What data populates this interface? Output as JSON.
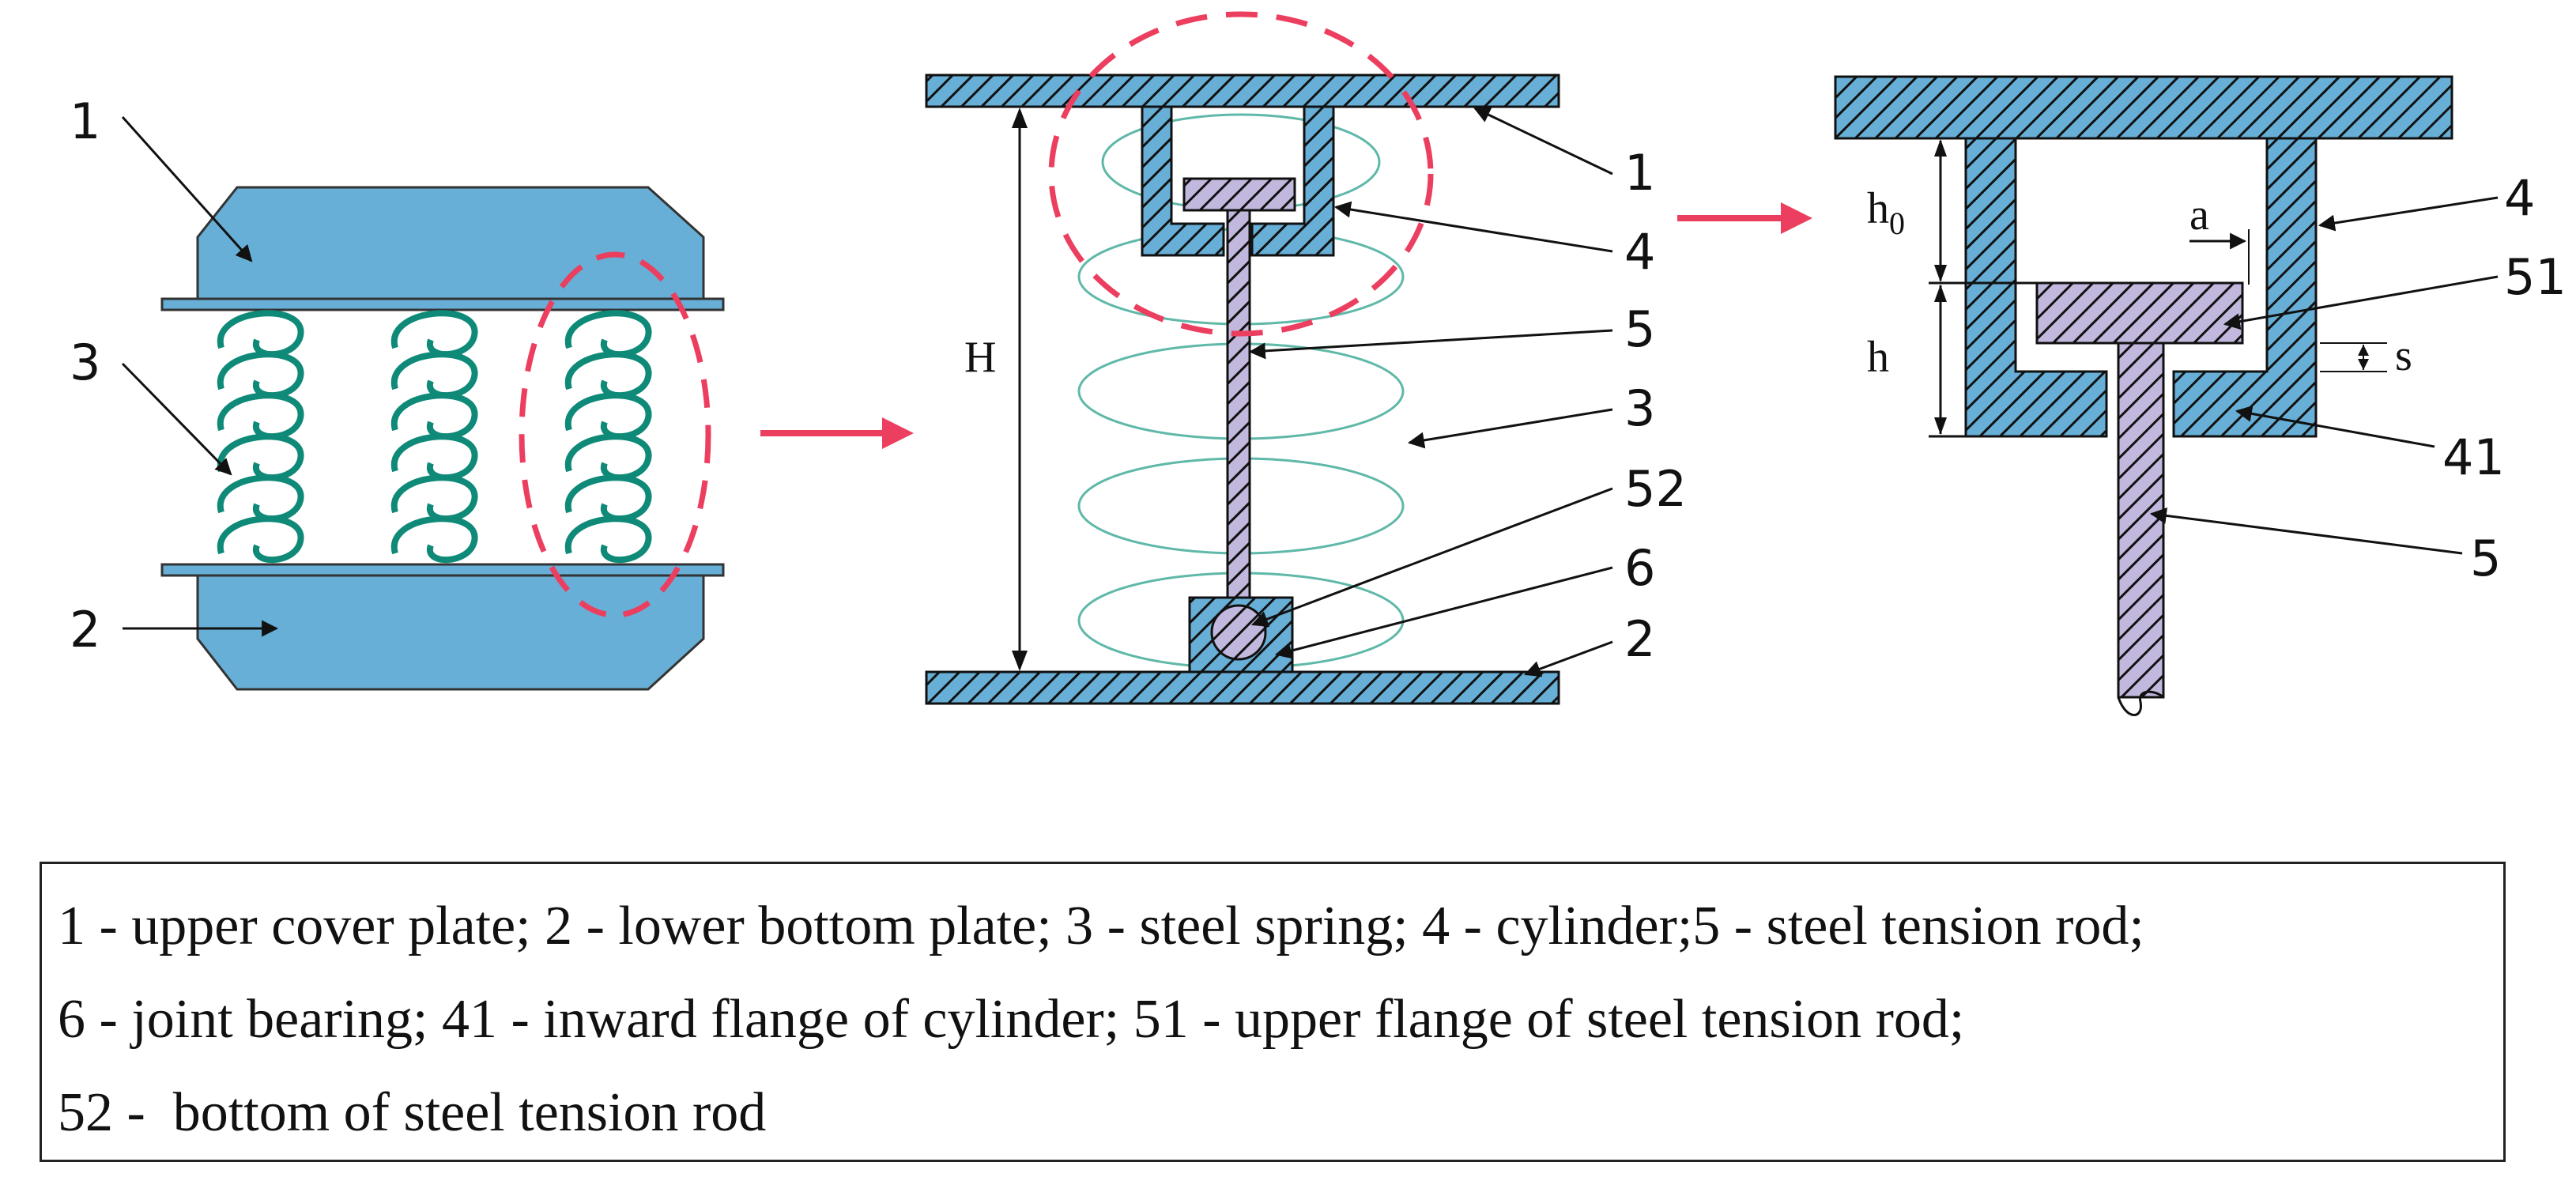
{
  "colors": {
    "part_fill": "#67afd6",
    "rod_fill": "#c2b8dd",
    "spring": "#0f8a78",
    "spring_light": "#5fb8a8",
    "highlight": "#ec3e5f",
    "stroke": "#111111"
  },
  "left_view": {
    "labels": [
      {
        "id": "1",
        "text": "1",
        "name": "upper-cover-plate"
      },
      {
        "id": "3",
        "text": "3",
        "name": "steel-spring"
      },
      {
        "id": "2",
        "text": "2",
        "name": "lower-bottom-plate"
      }
    ]
  },
  "middle_view": {
    "height_label": "H",
    "labels": [
      {
        "text": "1",
        "name": "upper-cover-plate"
      },
      {
        "text": "4",
        "name": "cylinder"
      },
      {
        "text": "5",
        "name": "steel-tension-rod"
      },
      {
        "text": "3",
        "name": "steel-spring"
      },
      {
        "text": "52",
        "name": "bottom-of-steel-tension-rod"
      },
      {
        "text": "6",
        "name": "joint-bearing"
      },
      {
        "text": "2",
        "name": "lower-bottom-plate"
      }
    ]
  },
  "right_view": {
    "dim_h0": "h",
    "dim_h0_sub": "0",
    "dim_h": "h",
    "dim_a": "a",
    "dim_s": "s",
    "labels": [
      {
        "text": "4",
        "name": "cylinder"
      },
      {
        "text": "51",
        "name": "upper-flange-of-steel-tension-rod"
      },
      {
        "text": "41",
        "name": "inward-flange-of-cylinder"
      },
      {
        "text": "5",
        "name": "steel-tension-rod"
      }
    ]
  },
  "legend": {
    "lines": [
      "1 - upper cover plate; 2 - lower bottom plate; 3 - steel spring; 4 - cylinder;5 - steel tension rod;",
      "6 - joint bearing; 41 - inward flange of cylinder; 51 - upper flange of steel tension rod;",
      "52 -  bottom of steel tension rod"
    ]
  }
}
